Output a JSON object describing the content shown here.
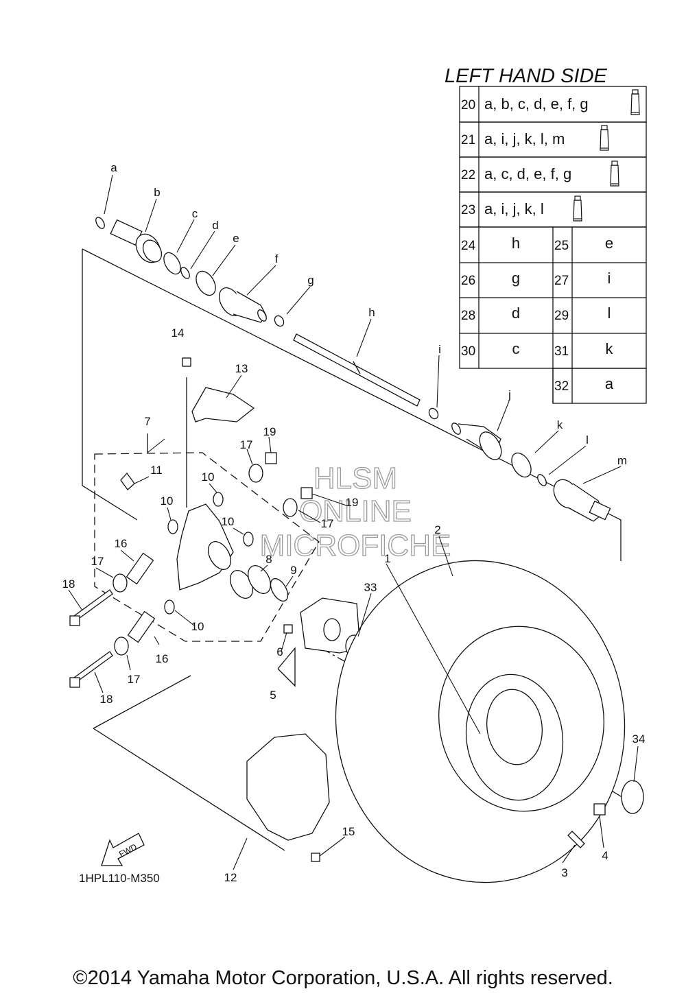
{
  "table": {
    "title": "LEFT HAND SIDE",
    "kit_rows": [
      {
        "num": "20",
        "letters": "a, b, c, d, e, f, g"
      },
      {
        "num": "21",
        "letters": "a, i, j, k, l, m"
      },
      {
        "num": "22",
        "letters": "a, c, d, e, f, g"
      },
      {
        "num": "23",
        "letters": "a, i, j, k, l"
      }
    ],
    "pair_rows": [
      {
        "n1": "24",
        "v1": "h",
        "n2": "25",
        "v2": "e"
      },
      {
        "n1": "26",
        "v1": "g",
        "n2": "27",
        "v2": "i"
      },
      {
        "n1": "28",
        "v1": "d",
        "n2": "29",
        "v2": "l"
      },
      {
        "n1": "30",
        "v1": "c",
        "n2": "31",
        "v2": "k"
      }
    ],
    "last_row": {
      "num": "32",
      "value": "a"
    }
  },
  "letter_callouts": [
    "a",
    "b",
    "c",
    "d",
    "e",
    "f",
    "g",
    "h",
    "i",
    "j",
    "k",
    "l",
    "m"
  ],
  "number_callouts": [
    "1",
    "2",
    "3",
    "4",
    "5",
    "6",
    "7",
    "8",
    "9",
    "10",
    "10",
    "10",
    "10",
    "11",
    "12",
    "13",
    "14",
    "15",
    "16",
    "16",
    "17",
    "17",
    "17",
    "17",
    "18",
    "18",
    "19",
    "19",
    "33",
    "34"
  ],
  "watermark": {
    "line1": "HLSM",
    "line2": "ONLINE",
    "line3": "MICROFICHE"
  },
  "fwd_label": "FWD",
  "diagram_code": "1HPL110-M350",
  "copyright": "©2014 Yamaha Motor Corporation, U.S.A. All rights reserved."
}
